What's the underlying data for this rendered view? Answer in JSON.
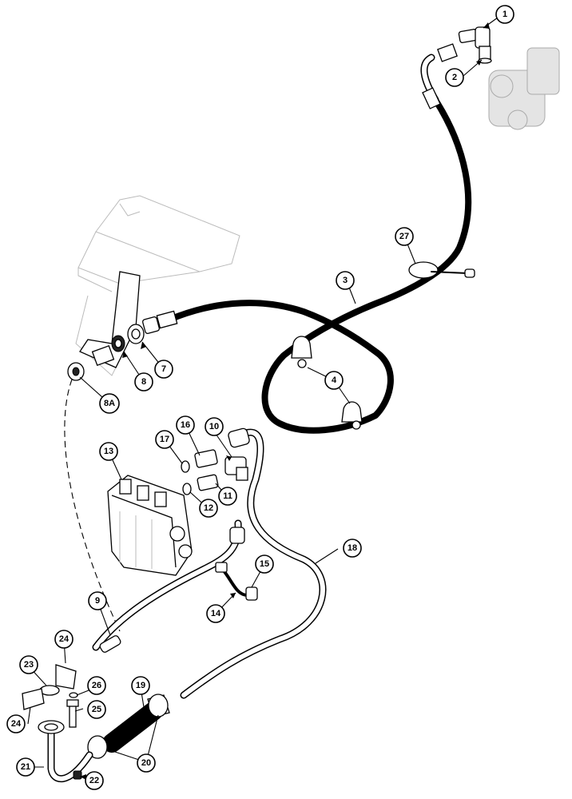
{
  "callouts": [
    {
      "id": "c1",
      "label": "1"
    },
    {
      "id": "c2",
      "label": "2"
    },
    {
      "id": "c3",
      "label": "3"
    },
    {
      "id": "c4",
      "label": "4"
    },
    {
      "id": "c7",
      "label": "7"
    },
    {
      "id": "c8",
      "label": "8"
    },
    {
      "id": "c8a",
      "label": "8A"
    },
    {
      "id": "c9",
      "label": "9"
    },
    {
      "id": "c10",
      "label": "10"
    },
    {
      "id": "c11",
      "label": "11"
    },
    {
      "id": "c12",
      "label": "12"
    },
    {
      "id": "c13",
      "label": "13"
    },
    {
      "id": "c14",
      "label": "14"
    },
    {
      "id": "c15",
      "label": "15"
    },
    {
      "id": "c16",
      "label": "16"
    },
    {
      "id": "c17",
      "label": "17"
    },
    {
      "id": "c18",
      "label": "18"
    },
    {
      "id": "c19",
      "label": "19"
    },
    {
      "id": "c20",
      "label": "20"
    },
    {
      "id": "c21",
      "label": "21"
    },
    {
      "id": "c22",
      "label": "22"
    },
    {
      "id": "c23",
      "label": "23"
    },
    {
      "id": "c24a",
      "label": "24"
    },
    {
      "id": "c24b",
      "label": "24"
    },
    {
      "id": "c25",
      "label": "25"
    },
    {
      "id": "c26",
      "label": "26"
    },
    {
      "id": "c27",
      "label": "27"
    }
  ]
}
